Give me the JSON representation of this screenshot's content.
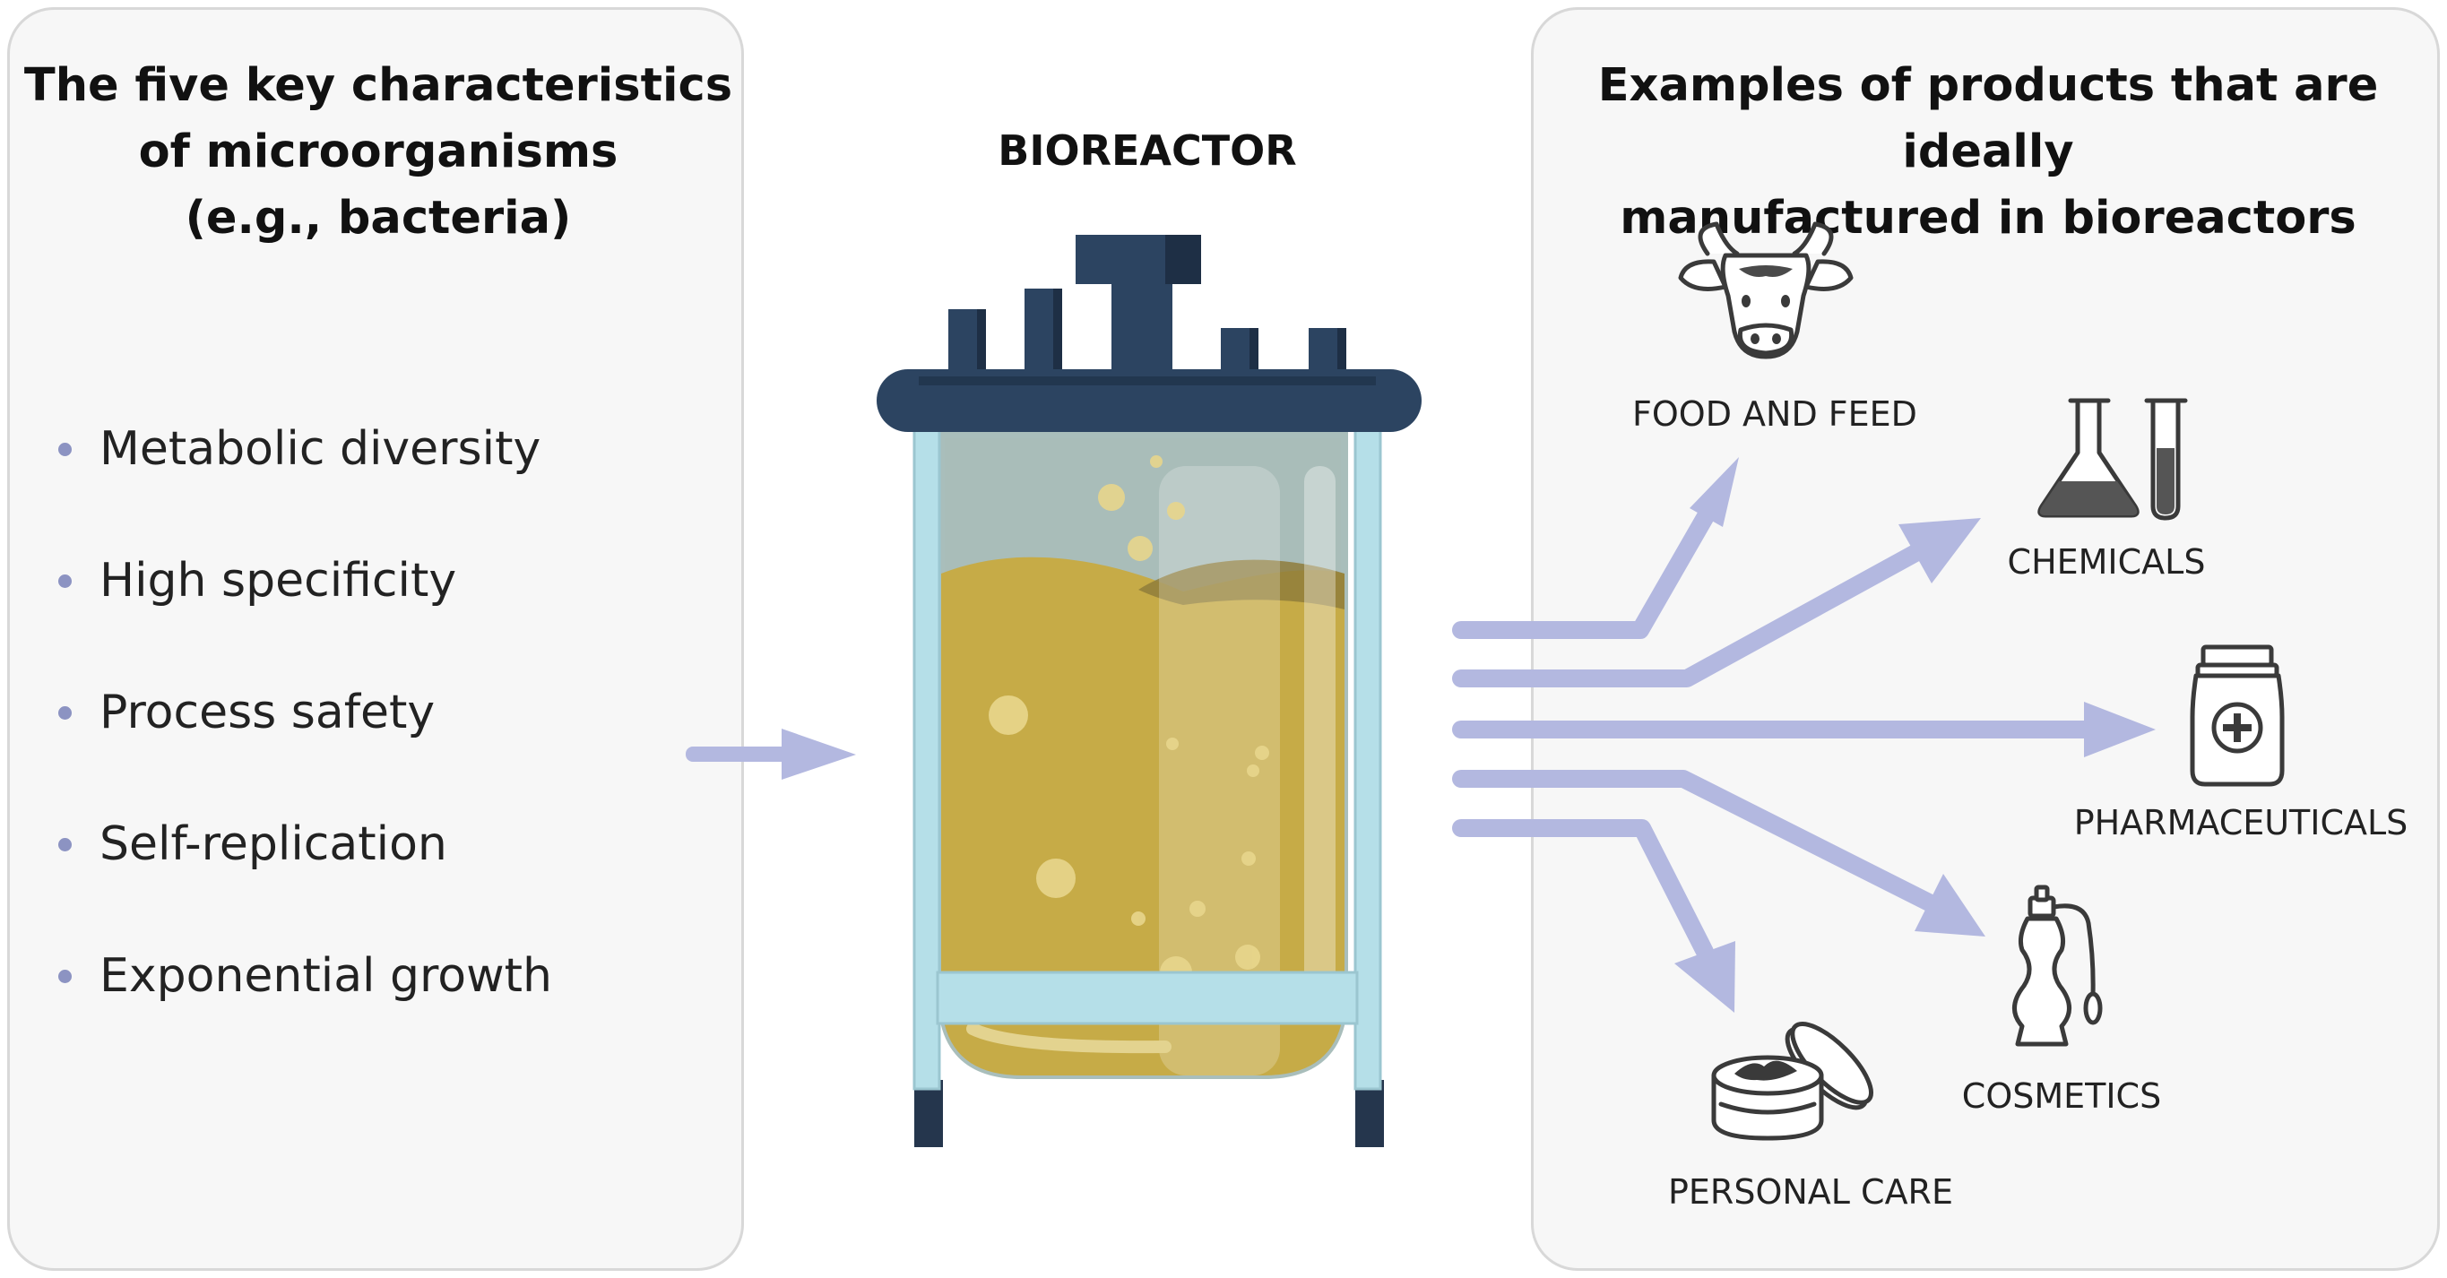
{
  "left_panel": {
    "title_lines": [
      "The five key characteristics",
      "of microorganisms",
      "(e.g., bacteria)"
    ],
    "characteristics": [
      "Metabolic diversity",
      "High specificity",
      "Process safety",
      "Self-replication",
      "Exponential growth"
    ]
  },
  "center": {
    "title": "BIOREACTOR"
  },
  "right_panel": {
    "title_lines": [
      "Examples of products that are ideally",
      "manufactured in bioreactors"
    ],
    "products": {
      "food": "FOOD AND FEED",
      "chemicals": "CHEMICALS",
      "pharma": "PHARMACEUTICALS",
      "cosmetics": "COSMETICS",
      "care": "PERSONAL CARE"
    }
  },
  "icons": {
    "food": "cow-head-icon",
    "chemicals": "flask-and-test-tube-icon",
    "pharma": "medicine-bottle-icon",
    "cosmetics": "perfume-bottle-icon",
    "care": "cream-jar-icon"
  },
  "colors": {
    "arrow": "#b3b8e0",
    "bullet": "#8c93c2",
    "lid": "#2c4461",
    "glass": "#b5dfe8",
    "liquid": "#c6ab47",
    "panel_bg": "#f7f7f7",
    "panel_border": "#d8d8d8"
  }
}
